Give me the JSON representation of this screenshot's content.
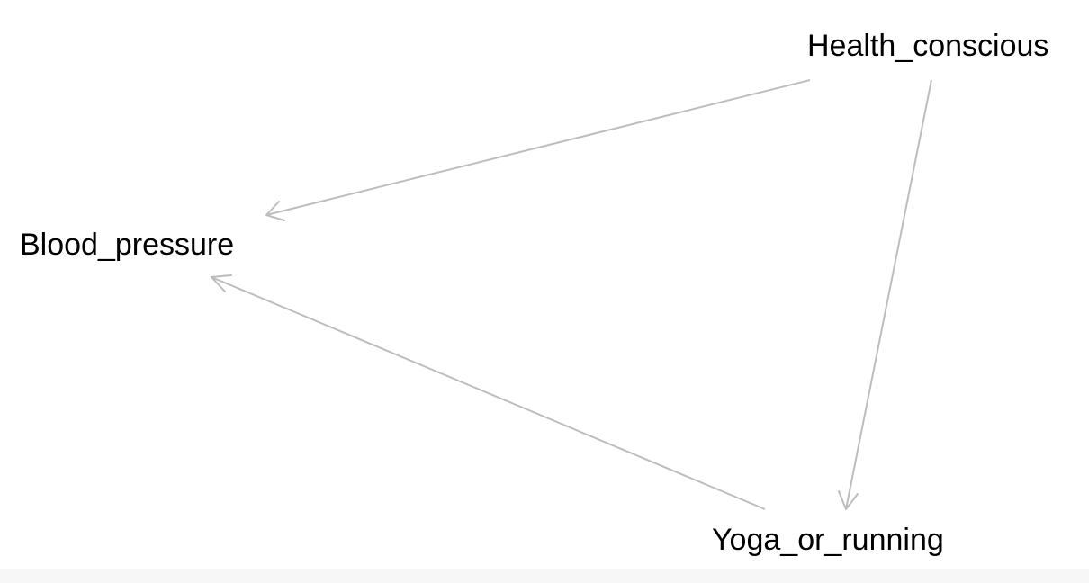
{
  "diagram": {
    "type": "directed-acyclic-graph",
    "nodes": [
      {
        "id": "health",
        "label": "Health_conscious"
      },
      {
        "id": "blood",
        "label": "Blood_pressure"
      },
      {
        "id": "yoga",
        "label": "Yoga_or_running"
      }
    ],
    "edges": [
      {
        "from": "health",
        "to": "blood"
      },
      {
        "from": "health",
        "to": "yoga"
      },
      {
        "from": "yoga",
        "to": "blood"
      }
    ],
    "colors": {
      "edge": "#bdbdbd",
      "text": "#000000",
      "background": "#ffffff"
    }
  }
}
